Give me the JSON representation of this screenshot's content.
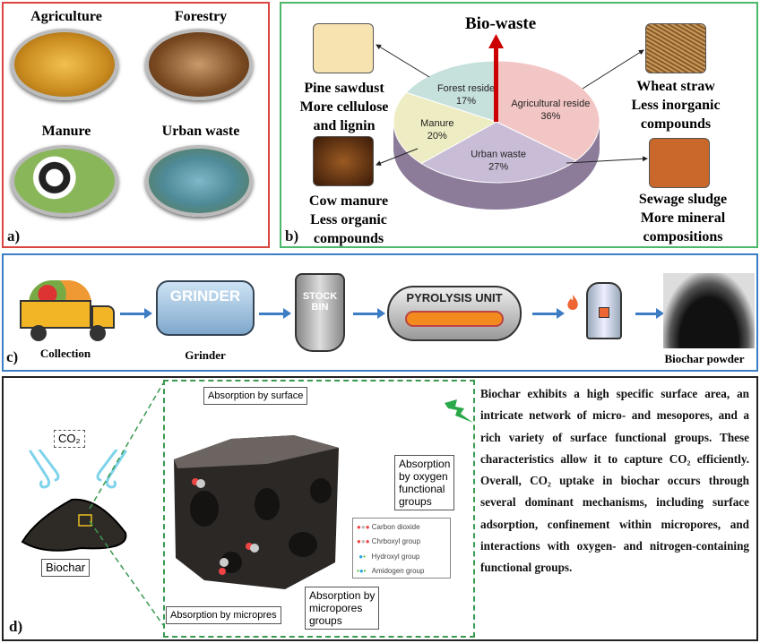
{
  "panel_a": {
    "label": "a)",
    "items": [
      {
        "title": "Agriculture"
      },
      {
        "title": "Forestry"
      },
      {
        "title": "Manure"
      },
      {
        "title": "Urban waste"
      }
    ]
  },
  "panel_b": {
    "label": "b)",
    "title": "Bio-waste",
    "slices": [
      {
        "name": "Agricultural reside",
        "percent": "36%",
        "value": 36,
        "color": "#f2c6c4"
      },
      {
        "name": "Urban waste",
        "percent": "27%",
        "value": 27,
        "color": "#c9bcd6"
      },
      {
        "name": "Manure",
        "percent": "20%",
        "value": 20,
        "color": "#eeecc2"
      },
      {
        "name": "Forest reside",
        "percent": "17%",
        "value": 17,
        "color": "#c6e0dc"
      }
    ],
    "callouts": {
      "pine": [
        "Pine sawdust",
        "More cellulose",
        "and lignin"
      ],
      "cow": [
        "Cow manure",
        "Less organic",
        "compounds"
      ],
      "wheat": [
        "Wheat straw",
        "Less inorganic",
        "compounds"
      ],
      "sewage": [
        "Sewage sludge",
        "More mineral",
        "compositions"
      ]
    }
  },
  "panel_c": {
    "label": "c)",
    "steps": {
      "collection": "Collection",
      "grinder": "Grinder",
      "biochar": "Biochar powder"
    },
    "grinder_text": "GRINDER",
    "bin_text": [
      "STOCK",
      "BIN"
    ],
    "pyrolysis_text": "PYROLYSIS UNIT"
  },
  "panel_d": {
    "label": "d)",
    "co2": "CO₂",
    "biochar": "Biochar",
    "surface": "Absorption by surface",
    "oxygen": [
      "Absorption",
      "by oxygen",
      "functional",
      "groups"
    ],
    "micropres": "Absorption by micropres",
    "micropores": [
      "Absorption by",
      "micropores",
      "groups"
    ],
    "legend": [
      "Carbon dioxide",
      "Chrboxyl group",
      "Hydroxyl group",
      "Amidogen group"
    ],
    "paragraph": "Biochar exhibits a high specific surface area, an intricate network of micro- and mesopores, and a rich variety of surface functional groups. These characteristics allow it to capture CO₂ efficiently. Overall, CO₂ uptake in biochar occurs through several dominant mechanisms, including surface adsorption, confinement within micropores, and interactions with oxygen- and nitrogen-containing functional groups."
  },
  "colors": {
    "panel_a": "#d9453f",
    "panel_b": "#4cb86a",
    "panel_c": "#3c7dc4",
    "panel_d": "#222222",
    "arrow": "#cc0000"
  }
}
